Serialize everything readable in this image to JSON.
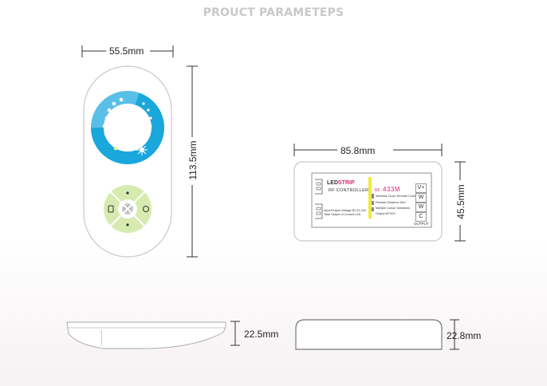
{
  "title": "PROUCT PARAMETEPS",
  "remote": {
    "width_label": "55.5mm",
    "height_label": "113.5mm",
    "thickness_label": "22.5mm"
  },
  "controller": {
    "width_label": "85.8mm",
    "height_label": "45.5mm",
    "thickness_label": "22.8mm",
    "brand_led": "LED",
    "brand_strip": "STRIP",
    "brand_sub": "RF CONTROLLER",
    "rf_prefix": "RF",
    "rf_freq": "433M",
    "spec_1": "Input/Output Voltage:DC12-24V",
    "spec_2": "Total Output of Current:12A",
    "feat_1": "Wireless Touch Remote Control",
    "feat_2": "Remote Distance:15m",
    "feat_3": "Multiple Colour Variations",
    "feat_4": "Output:W*3CH",
    "terminals": [
      "V+",
      "W",
      "W",
      "C"
    ],
    "output_label": "OUTPUT"
  },
  "colors": {
    "ring": "#1aa7dc",
    "ring_inner": "#8fd3f0",
    "button_pad": "#d7ebb0",
    "brand_red": "#d6286f",
    "yellow_bar": "#f2ea3a"
  }
}
